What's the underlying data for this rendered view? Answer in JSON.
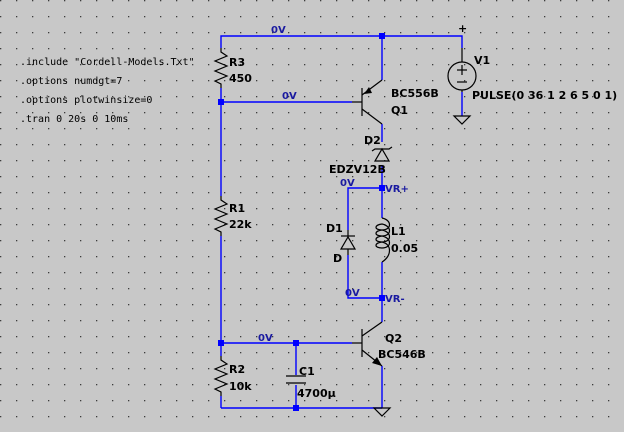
{
  "directives": [
    ".include \"Cordell-Models.Txt\"",
    ".options numdgt=7",
    ".options plotwinsize=0",
    ".tran 0 20s 0 10ms"
  ],
  "nets": {
    "top": "0V",
    "q1_base": "0V",
    "vr_left": "0V",
    "vr_bottom": "0V",
    "q2_base": "0V",
    "vr_plus": "VR+",
    "vr_minus": "VR-"
  },
  "components": {
    "r3": {
      "name": "R3",
      "value": "450"
    },
    "r1": {
      "name": "R1",
      "value": "22k"
    },
    "r2": {
      "name": "R2",
      "value": "10k"
    },
    "c1": {
      "name": "C1",
      "value": "4700µ"
    },
    "q1": {
      "name": "Q1",
      "model": "BC556B"
    },
    "q2": {
      "name": "Q2",
      "model": "BC546B"
    },
    "d2": {
      "name": "D2",
      "model": "EDZV12B"
    },
    "d1": {
      "name": "D1",
      "model": "D"
    },
    "l1": {
      "name": "L1",
      "value": "0.05"
    },
    "v1": {
      "name": "V1",
      "value": "PULSE(0 36 1 2 6 5 0 1)",
      "plus": "+"
    }
  }
}
